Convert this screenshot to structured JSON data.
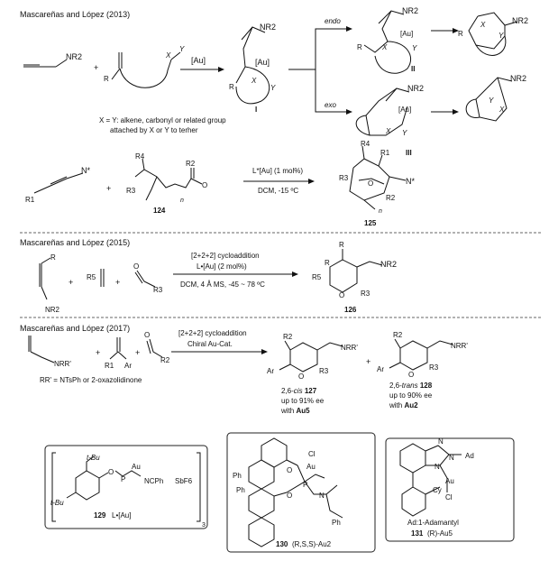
{
  "sections": [
    {
      "heading": "Mascareñas and López (2013)",
      "arrow_label": "[Au]",
      "endo_label": "endo",
      "exo_label": "exo",
      "note_line1": "X = Y: alkene, carbonyl or related group",
      "note_line2": "attached by X or Y to terher",
      "intermediates": [
        "I",
        "II",
        "III"
      ]
    },
    {
      "condition_line1": "L*[Au] (1 mol%)",
      "condition_line2": "DCM, -15 ºC",
      "reactant_number": "124",
      "product_number": "125"
    },
    {
      "heading": "Mascareñas and López (2015)",
      "condition_line1": "[2+2+2] cycloaddition",
      "condition_line2": "L•[Au] (2 mol%)",
      "condition_line3": "DCM, 4 Å MS, -45 ~ 78 ºC",
      "product_number": "126"
    },
    {
      "heading": "Mascareñas and López (2017)",
      "condition_line1": "[2+2+2] cycloaddition",
      "condition_line2": "Chiral Au-Cat.",
      "rr_note": "RR' = NTsPh or 2-oxazolidinone",
      "cis_product": {
        "stereo_prefix": "2,6-",
        "stereo": "cis",
        "number": "127",
        "ee_line": "up to 91% ee",
        "catalyst_prefix": "with",
        "catalyst": "Au5"
      },
      "trans_product": {
        "stereo_prefix": "2,6-",
        "stereo": "trans",
        "number": "128",
        "ee_line": "up to 90% ee",
        "catalyst_prefix": "with",
        "catalyst": "Au2"
      }
    }
  ],
  "catalysts": [
    {
      "number": "129",
      "label": "L•[Au]",
      "counterion": "SbF6",
      "subscript": "3",
      "groups": [
        "t-Bu",
        "t-Bu",
        "O",
        "P",
        "Au",
        "NCPh"
      ]
    },
    {
      "number": "130",
      "label": "(R,S,S)-Au2",
      "groups": [
        "Cl",
        "Au",
        "Ph",
        "Ph",
        "O",
        "O",
        "P",
        "N",
        "Ph"
      ]
    },
    {
      "number": "131",
      "label": "(R)-Au5",
      "footnote": "Ad:1-Adamantyl",
      "groups": [
        "N",
        "N",
        "N",
        "Ad",
        "Au",
        "Cl",
        "Cy"
      ]
    }
  ],
  "atom_labels": {
    "nr2": "NR2",
    "r": "R",
    "x": "X",
    "y": "Y",
    "au_bracket": "[Au]",
    "nstar": "N*",
    "r1": "R1",
    "r2": "R2",
    "r3": "R3",
    "r4": "R4",
    "r5": "R5",
    "n": "n",
    "o": "O",
    "nrr": "NRR'",
    "ar": "Ar",
    "plus": "+"
  }
}
